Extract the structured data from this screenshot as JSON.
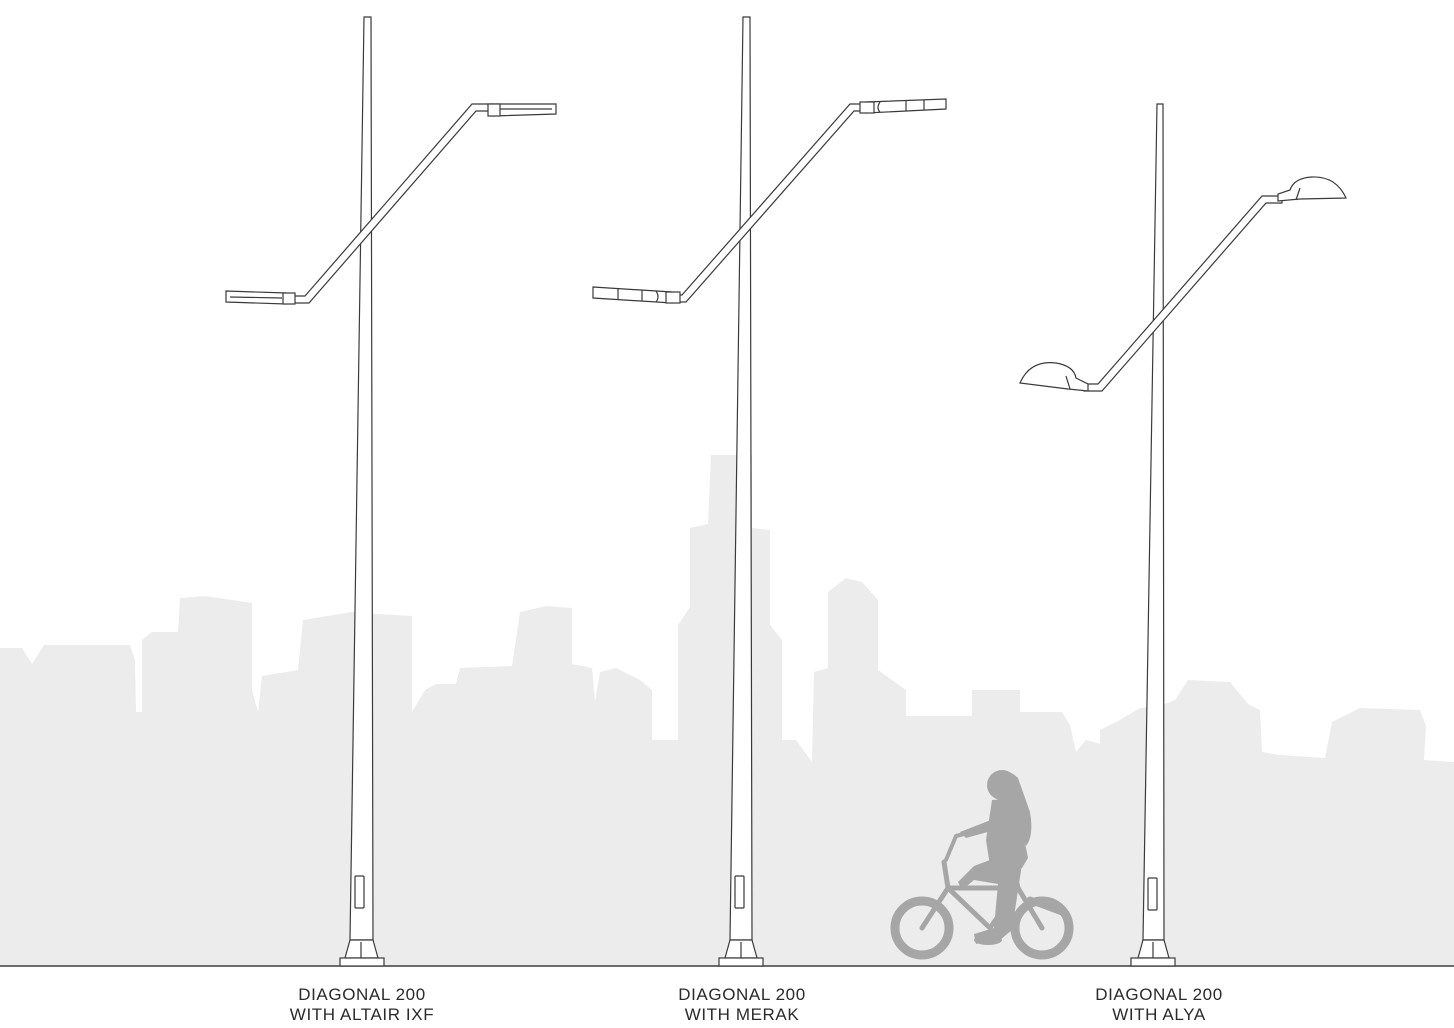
{
  "colors": {
    "skyline": "#ececec",
    "cyclist": "#a6a6a6",
    "line": "#3a3a3a",
    "background": "#ffffff"
  },
  "poles": [
    {
      "model": "DIAGONAL 200",
      "luminaire": "WITH ALTAIR IXF",
      "luminaire_style": "flat-linear"
    },
    {
      "model": "DIAGONAL 200",
      "luminaire": "WITH MERAK",
      "luminaire_style": "segmented-linear"
    },
    {
      "model": "DIAGONAL 200",
      "luminaire": "WITH ALYA",
      "luminaire_style": "dome"
    }
  ]
}
